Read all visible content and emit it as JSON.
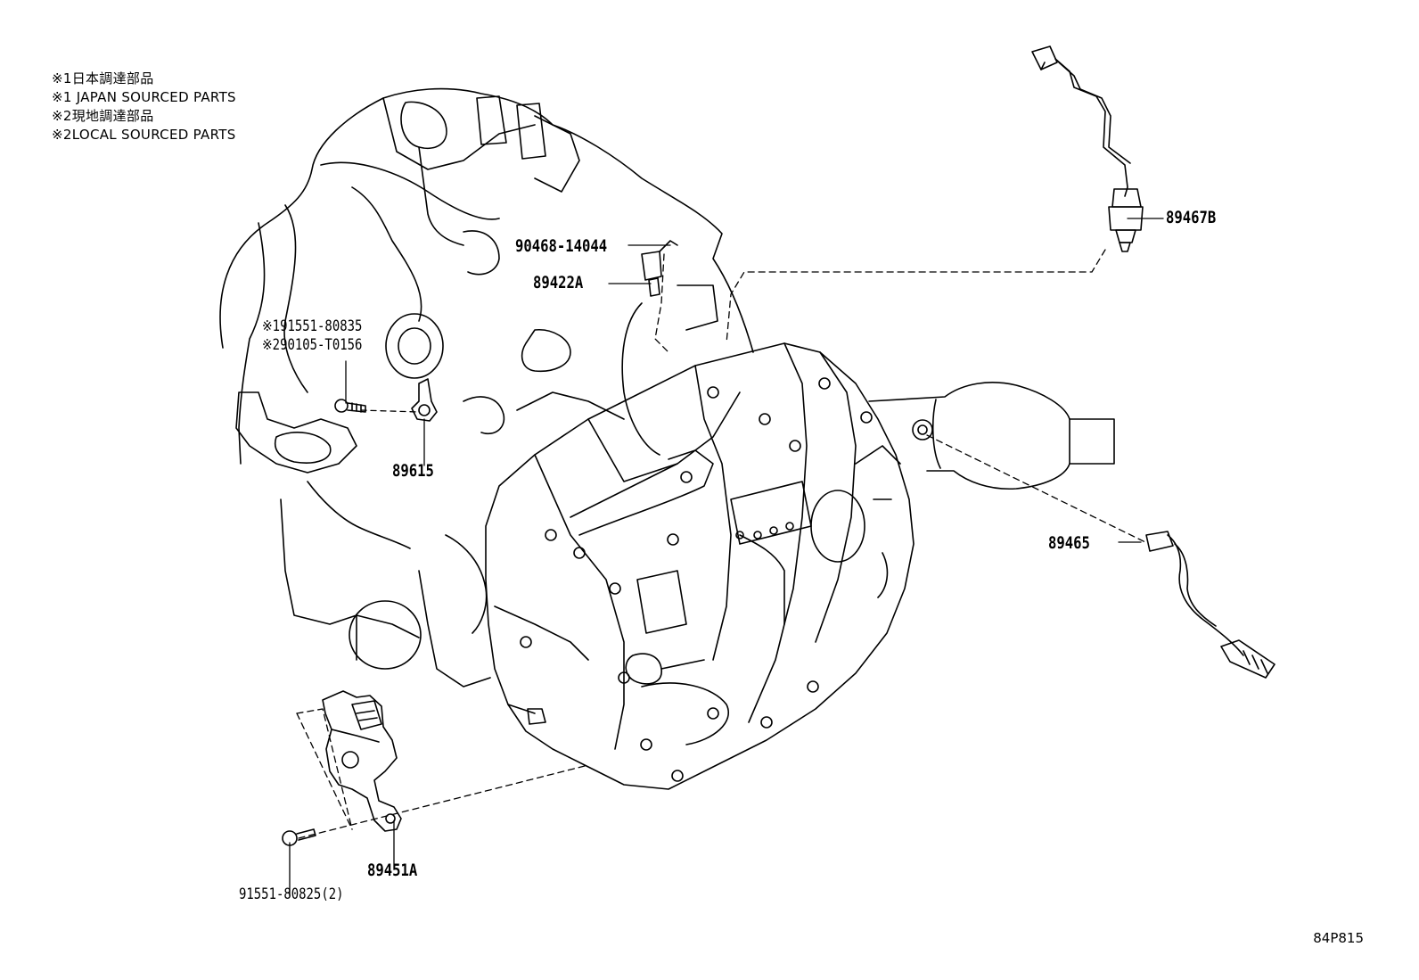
{
  "notes": [
    "※1日本調達部品",
    "※1 JAPAN SOURCED PARTS",
    "※2現地調達部品",
    "※2LOCAL SOURCED PARTS"
  ],
  "parts": {
    "p89467B": "89467B",
    "p90468": "90468-14044",
    "p89422A": "89422A",
    "p91551_80835": "※191551-80835",
    "p90105": "※290105-T0156",
    "p89615": "89615",
    "p89465": "89465",
    "p89451A": "89451A",
    "p91551_80825": "91551-80825(2)"
  },
  "figure_code": "84P815"
}
